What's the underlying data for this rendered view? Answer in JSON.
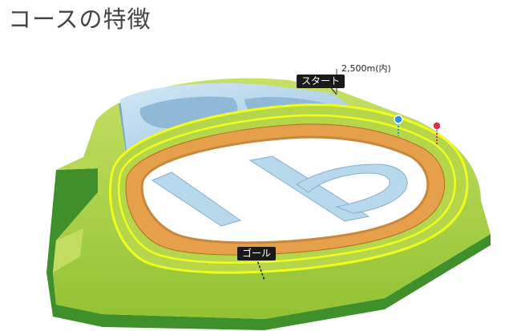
{
  "page": {
    "title": "コースの特徴"
  },
  "course": {
    "start_label": "スタート",
    "goal_label": "ゴール",
    "distance_label": "2,500m(内)",
    "colors": {
      "grass_top": "#a4cd3a",
      "grass_side": "#3f8f2a",
      "turf": "#e6a04c",
      "turf_rail": "#f0ff1e",
      "dirt_blue": "#b8d8ee",
      "dirt_blue_side": "#7aa9c8",
      "marker_blue": "#2f8fe0",
      "marker_red": "#e0304a"
    }
  }
}
